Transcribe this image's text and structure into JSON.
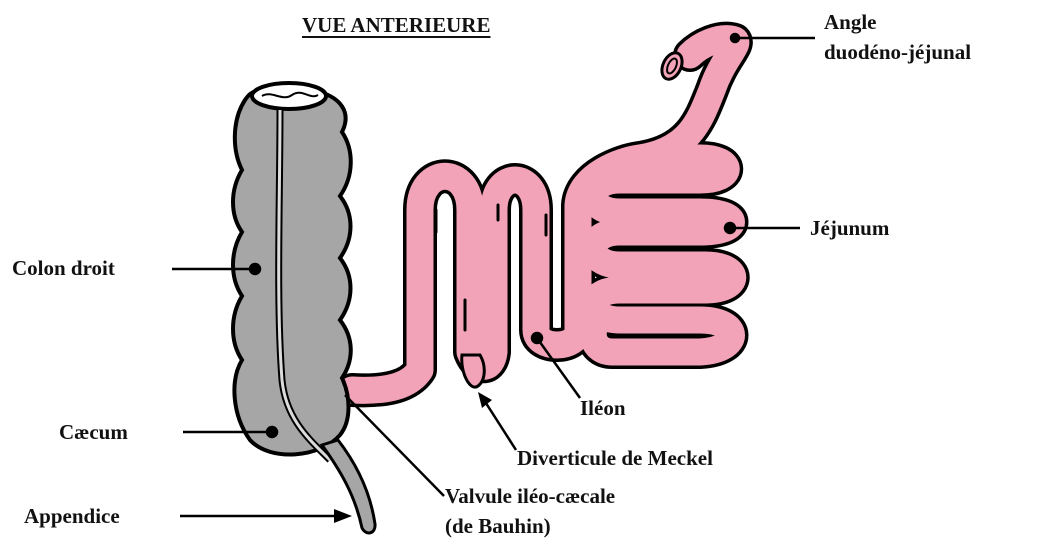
{
  "title": "VUE ANTERIEURE",
  "labels": {
    "angle_line1": "Angle",
    "angle_line2": "duodéno-jéjunal",
    "jejunum": "Jéjunum",
    "colon": "Colon droit",
    "ileon": "Iléon",
    "caecum": "Cæcum",
    "meckel": "Diverticule de Meckel",
    "valvule_line1": "Valvule iléo-cæcale",
    "valvule_line2": "(de Bauhin)",
    "appendice": "Appendice"
  },
  "colors": {
    "colon_fill": "#a6a6a6",
    "intestine_fill": "#f2a3b8",
    "outline": "#000000",
    "text": "#111111"
  }
}
